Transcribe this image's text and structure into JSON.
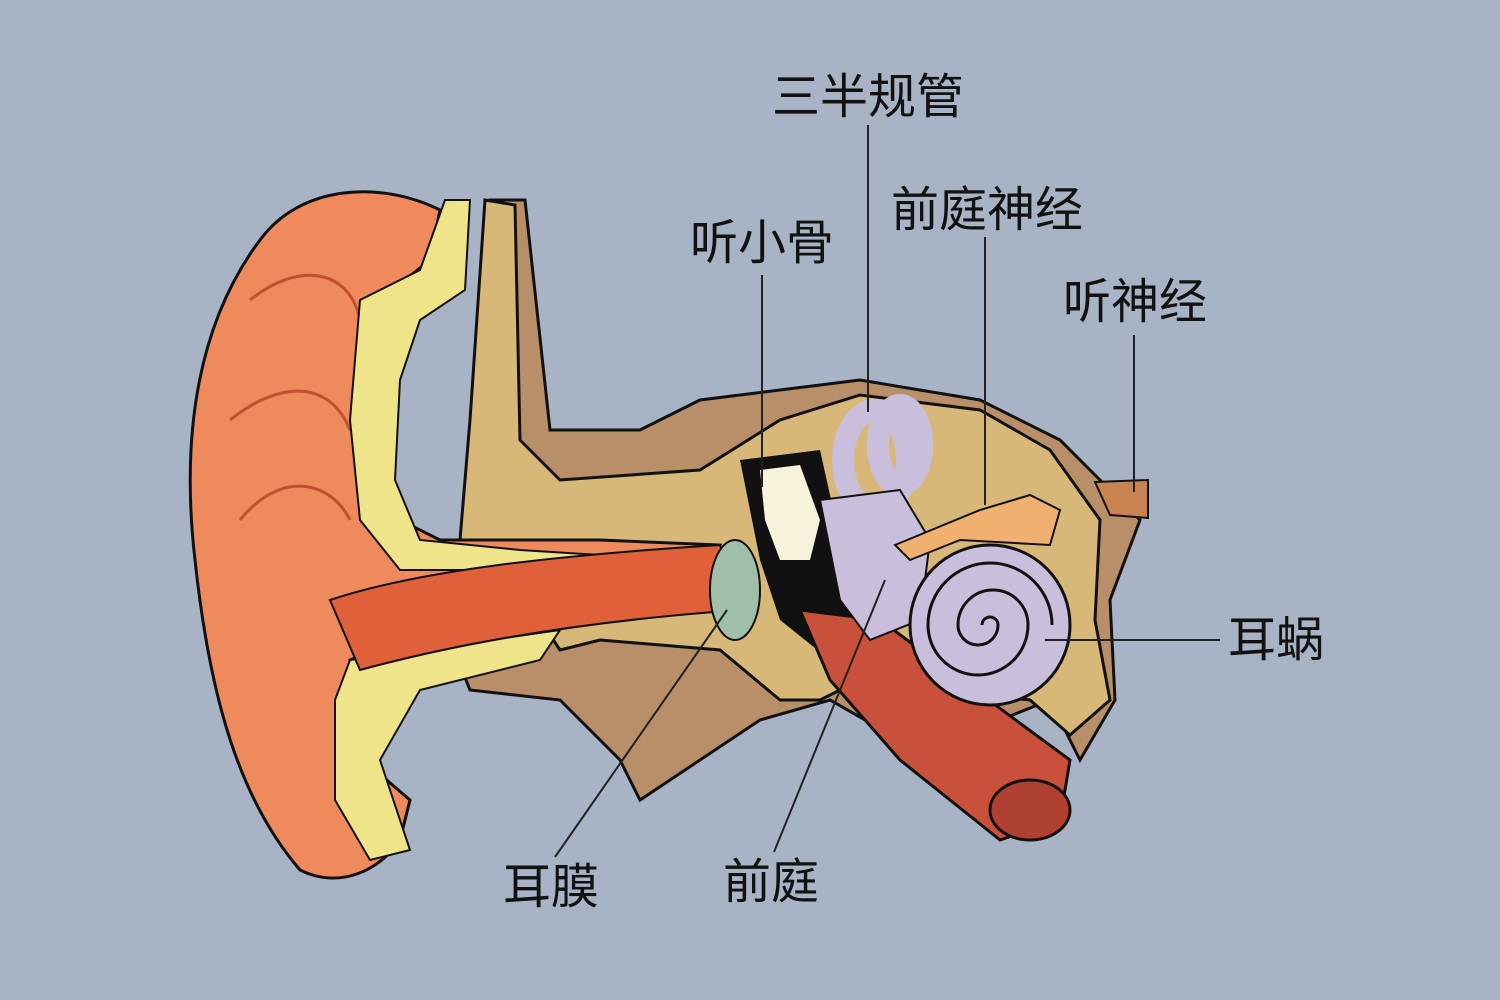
{
  "title": "耳朵结构图",
  "labels": {
    "semicircular_canals": "三半规管",
    "vestibular_nerve": "前庭神经",
    "ossicles": "听小骨",
    "auditory_nerve": "听神经",
    "cochlea": "耳蜗",
    "eardrum": "耳膜",
    "vestibule": "前庭"
  },
  "colors": {
    "background": "#a8b4c6",
    "outer_ear": "#ee8a5c",
    "bone": "#d9b97a",
    "inner_ear": "#c9bfdc",
    "nerve": "#f0b070",
    "eardrum": "#9fbfa8"
  }
}
